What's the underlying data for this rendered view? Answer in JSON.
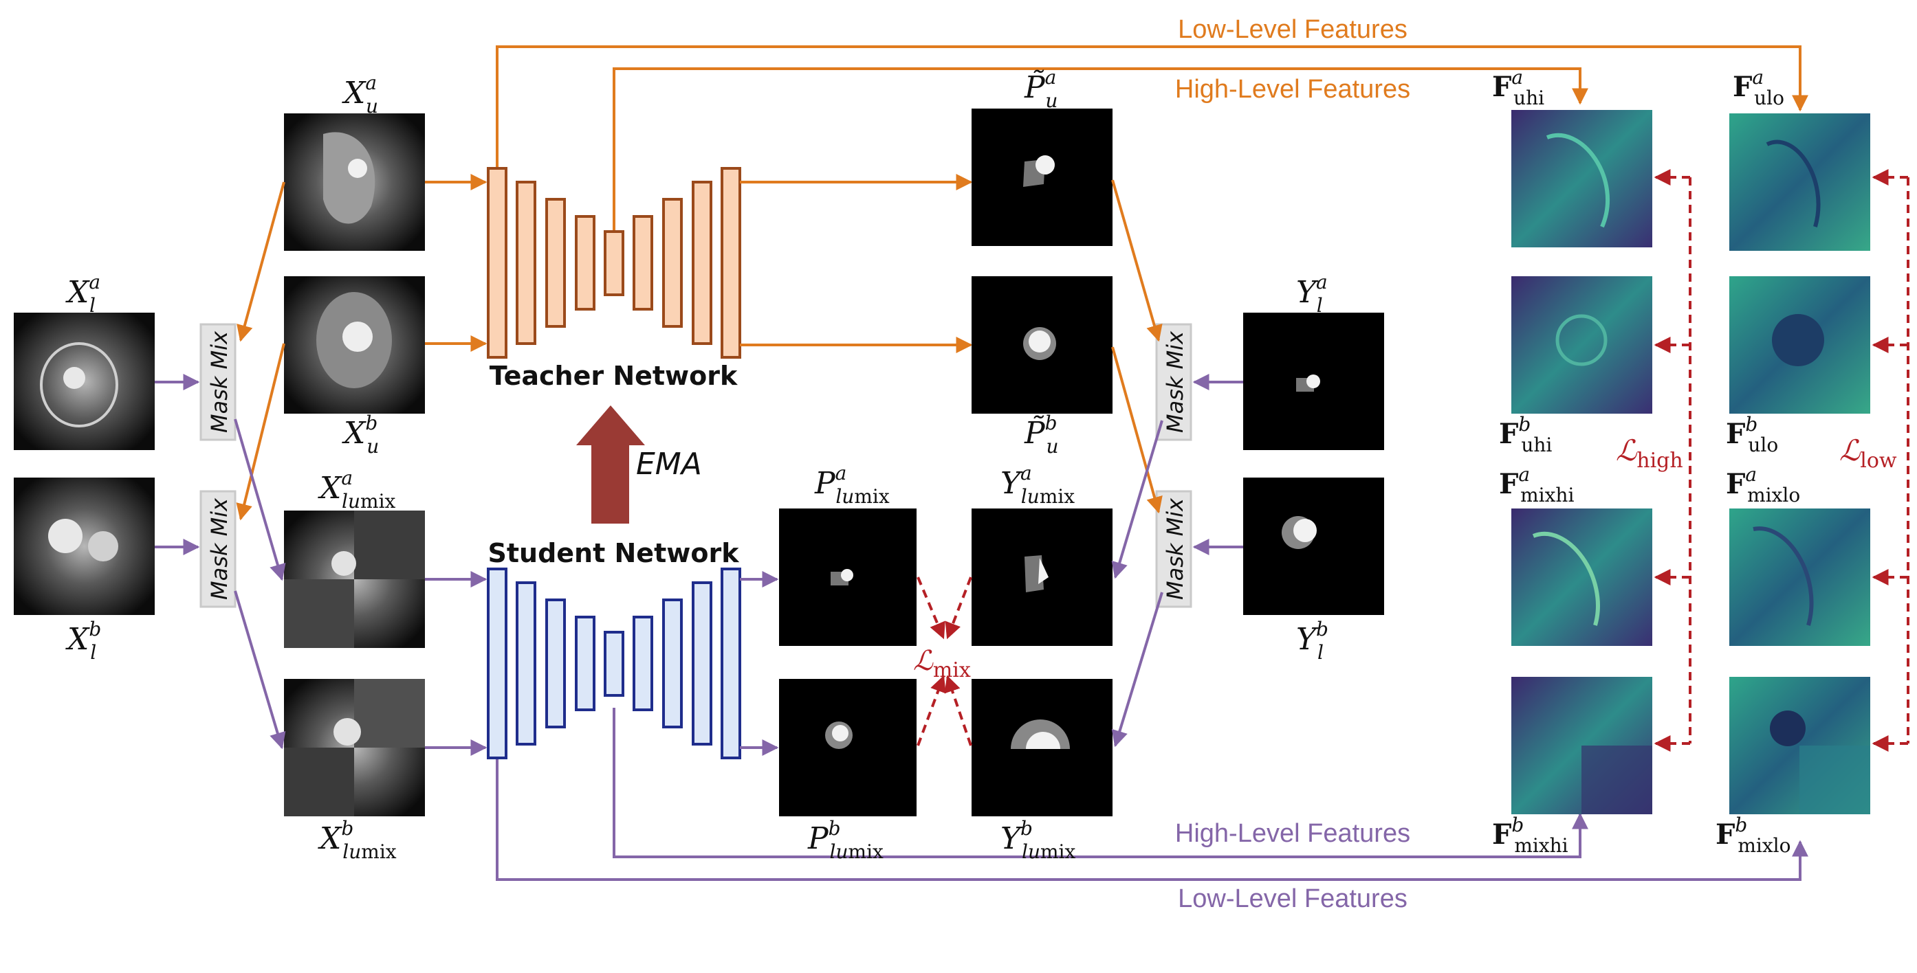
{
  "colors": {
    "orange": "#e07b1e",
    "purple": "#8466a8",
    "teacher_fill": "#fbd3b5",
    "teacher_stroke": "#9b4a1b",
    "student_fill": "#dce7f8",
    "student_stroke": "#1f2d8c",
    "ema_arrow": "#9a3a34",
    "loss_red": "#b52025",
    "feature_map": "#2ea28a"
  },
  "labels": {
    "low_level_top": "Low-Level Features",
    "high_level_top": "High-Level Features",
    "high_level_bottom": "High-Level Features",
    "low_level_bottom": "Low-Level Features",
    "teacher": "Teacher Network",
    "student": "Student Network",
    "ema": "EMA",
    "mask_mix": "Mask Mix"
  },
  "images": {
    "xl_a": {
      "base": "X",
      "sup": "a",
      "sub": "l"
    },
    "xl_b": {
      "base": "X",
      "sup": "b",
      "sub": "l"
    },
    "xu_a": {
      "base": "X",
      "sup": "a",
      "sub": "u"
    },
    "xu_b": {
      "base": "X",
      "sup": "b",
      "sub": "u"
    },
    "xlumix_a": {
      "base": "X",
      "sup": "a",
      "sub": "lu",
      "sub2": "mix"
    },
    "xlumix_b": {
      "base": "X",
      "sup": "b",
      "sub": "lu",
      "sub2": "mix"
    },
    "pu_a": {
      "base": "P̃",
      "sup": "a",
      "sub": "u"
    },
    "pu_b": {
      "base": "P̃",
      "sup": "b",
      "sub": "u"
    },
    "plumix_a": {
      "base": "P",
      "sup": "a",
      "sub": "lu",
      "sub2": "mix"
    },
    "plumix_b": {
      "base": "P",
      "sup": "b",
      "sub": "lu",
      "sub2": "mix"
    },
    "ylumix_a": {
      "base": "Y",
      "sup": "a",
      "sub": "lu",
      "sub2": "mix"
    },
    "ylumix_b": {
      "base": "Y",
      "sup": "b",
      "sub": "lu",
      "sub2": "mix"
    },
    "yl_a": {
      "base": "Y",
      "sup": "a",
      "sub": "l"
    },
    "yl_b": {
      "base": "Y",
      "sup": "b",
      "sub": "l"
    }
  },
  "features": {
    "uhi_a": {
      "base": "F",
      "sup": "a",
      "sub": "uhi"
    },
    "uhi_b": {
      "base": "F",
      "sup": "b",
      "sub": "uhi"
    },
    "mixhi_a": {
      "base": "F",
      "sup": "a",
      "sub": "mixhi"
    },
    "mixhi_b": {
      "base": "F",
      "sup": "b",
      "sub": "mixhi"
    },
    "ulo_a": {
      "base": "F",
      "sup": "a",
      "sub": "ulo"
    },
    "ulo_b": {
      "base": "F",
      "sup": "b",
      "sub": "ulo"
    },
    "mixlo_a": {
      "base": "F",
      "sup": "a",
      "sub": "mixlo"
    },
    "mixlo_b": {
      "base": "F",
      "sup": "b",
      "sub": "mixlo"
    }
  },
  "losses": {
    "mix": {
      "base": "ℒ",
      "sub": "mix"
    },
    "high": {
      "base": "ℒ",
      "sub": "high"
    },
    "low": {
      "base": "ℒ",
      "sub": "low"
    }
  }
}
